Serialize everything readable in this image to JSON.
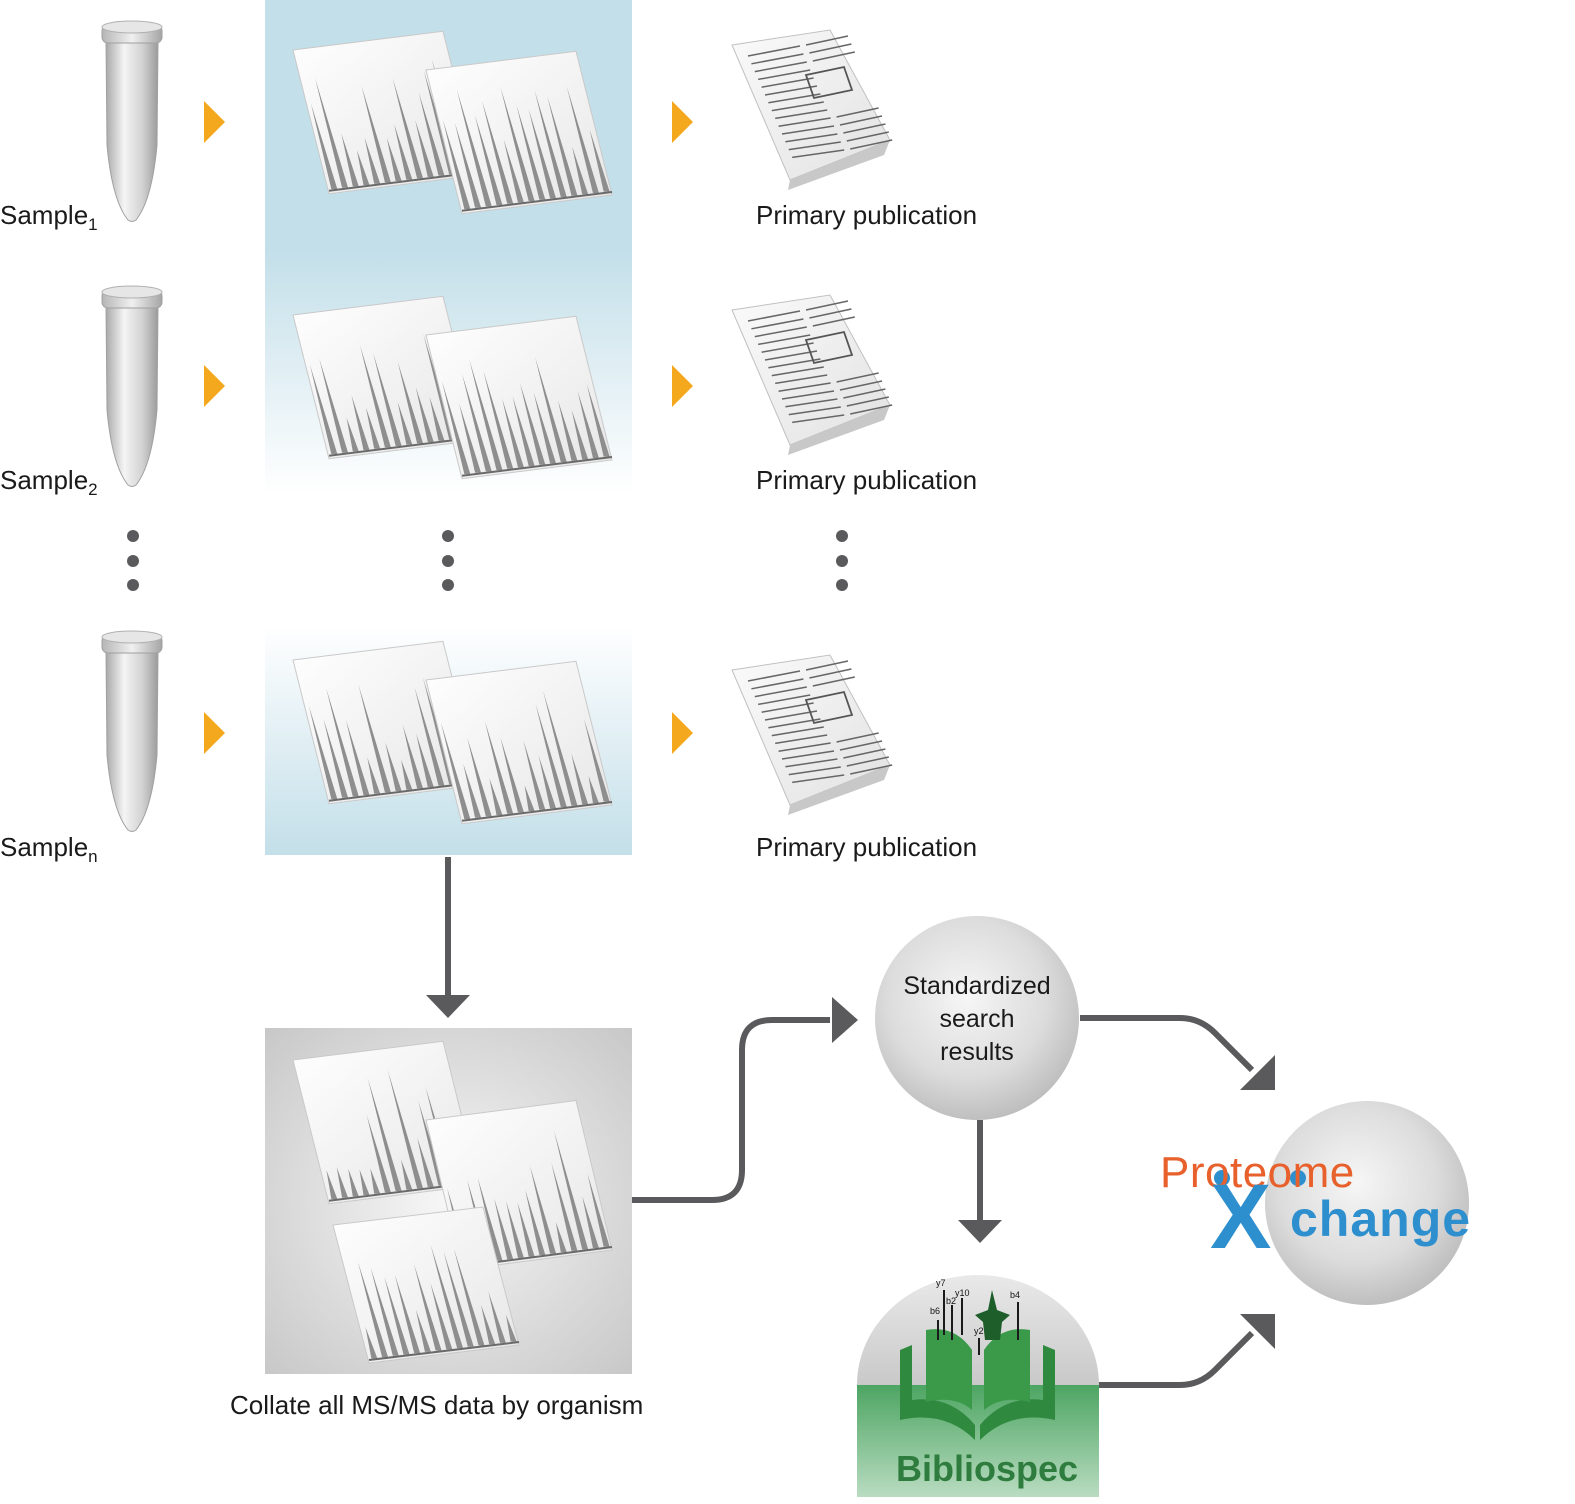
{
  "samples": [
    {
      "label": "Sample",
      "subscript": "1"
    },
    {
      "label": "Sample",
      "subscript": "2"
    },
    {
      "label": "Sample",
      "subscript": "n"
    }
  ],
  "publication_label": "Primary publication",
  "collate_label": "Collate all MS/MS data by organism",
  "standardized_label": "Standardized\nsearch\nresults",
  "bibliospec_label": "Bibliospec",
  "bibliospec_ion_labels": [
    "y7",
    "b6",
    "b2",
    "y10",
    "b4",
    "y2"
  ],
  "proteome_label": "Proteome",
  "xchange_x": "X",
  "xchange_rest": "change",
  "colors": {
    "arrow_orange": "#f4a81d",
    "arrow_gray": "#5a5a5c",
    "panel_blue": "#c4e0ea",
    "proteome_orange": "#e8612c",
    "xchange_blue": "#2e8fce",
    "bibliospec_green": "#2f7d3e"
  }
}
